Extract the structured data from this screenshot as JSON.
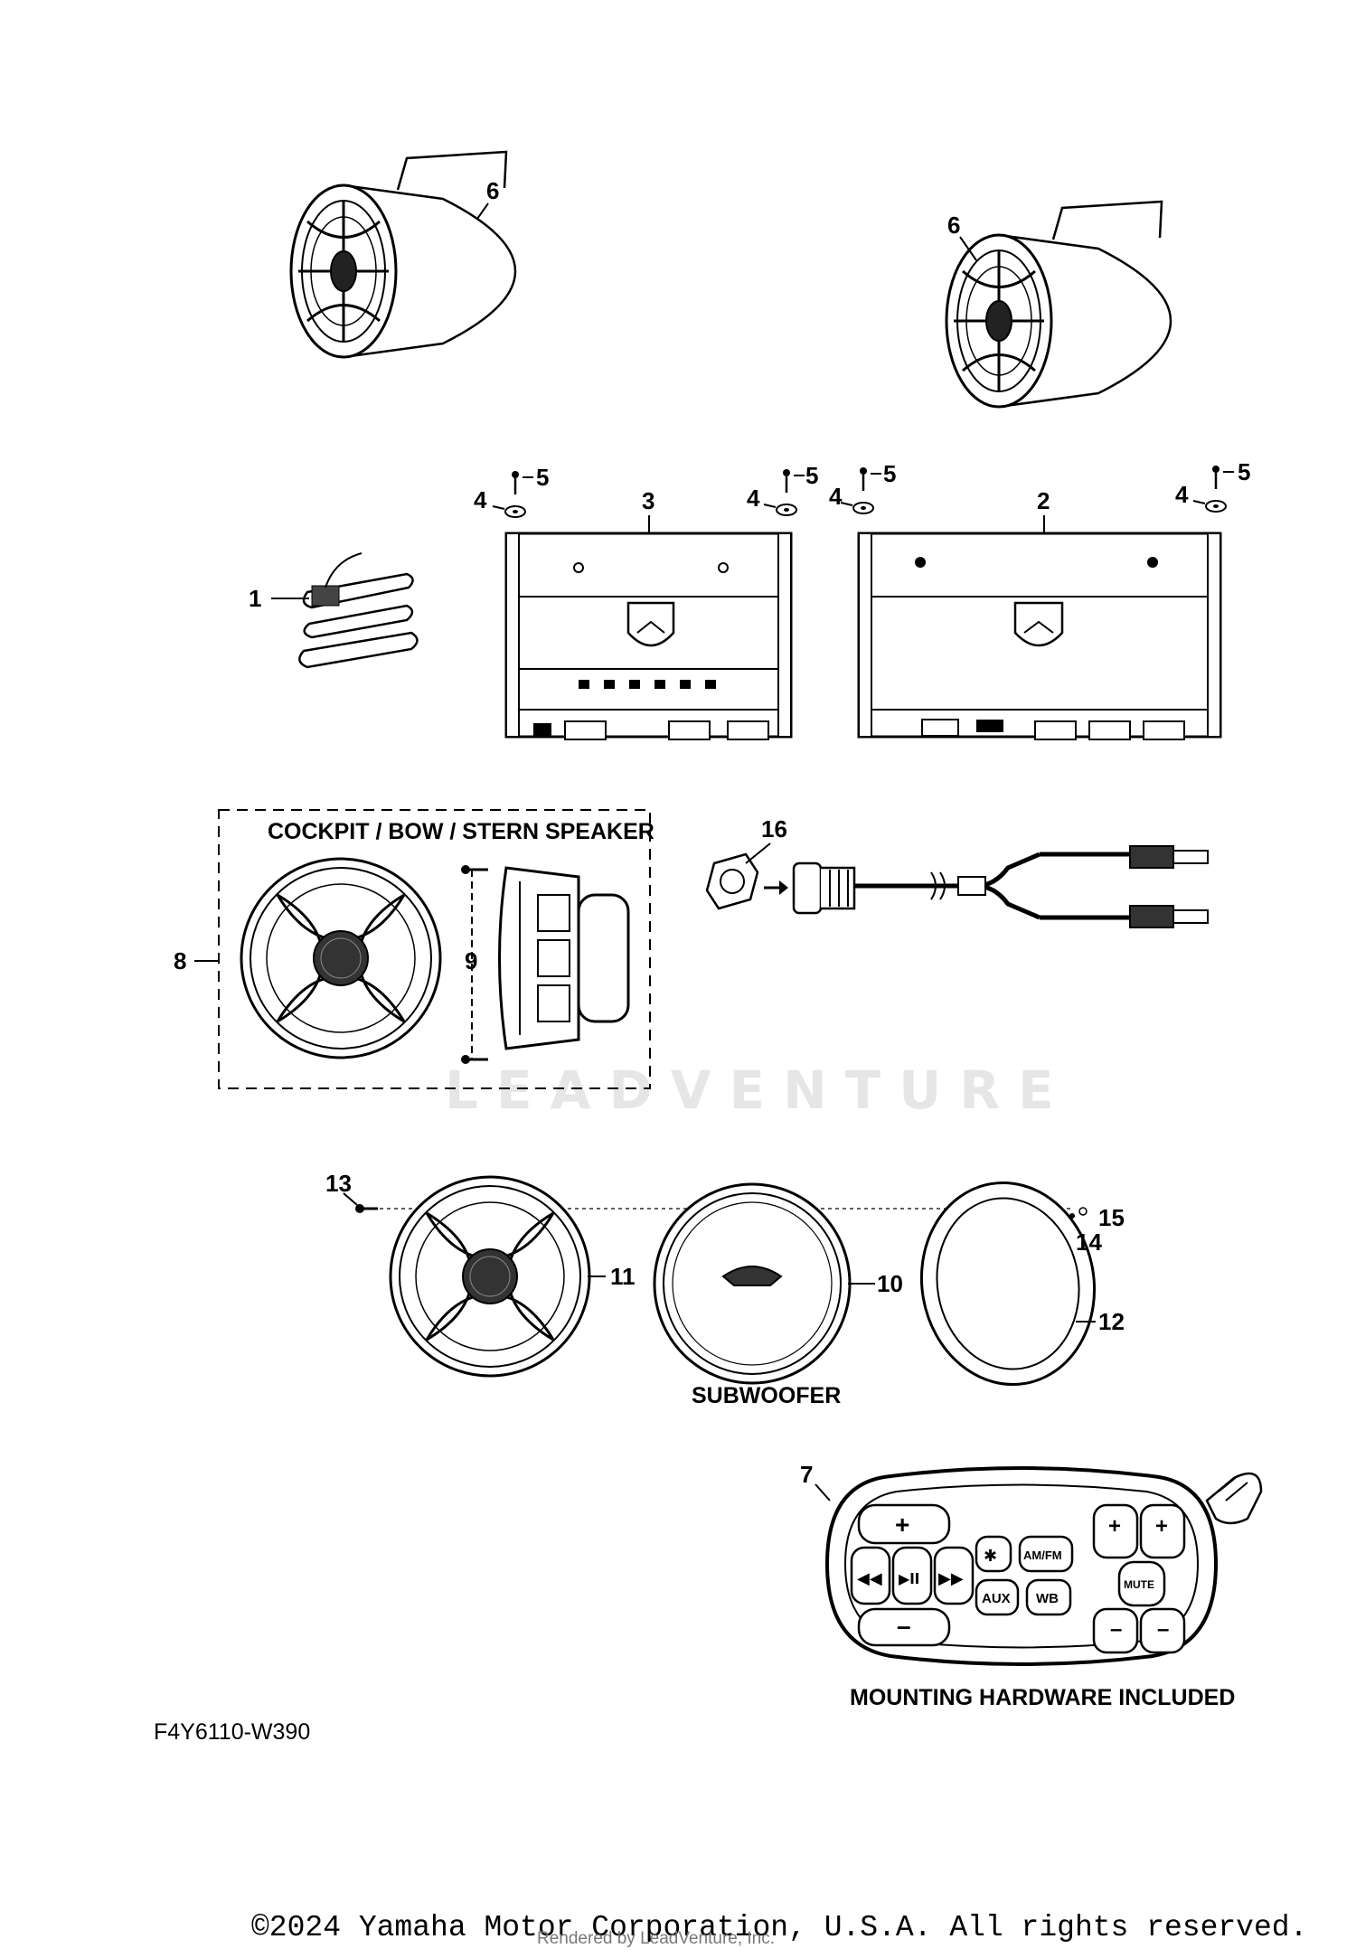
{
  "callouts": {
    "c1": "1",
    "c2": "2",
    "c3": "3",
    "c4a": "4",
    "c4b": "4",
    "c4c": "4",
    "c4d": "4",
    "c5a": "5",
    "c5b": "5",
    "c5c": "5",
    "c5d": "5",
    "c6a": "6",
    "c6b": "6",
    "c7": "7",
    "c8": "8",
    "c9": "9",
    "c10": "10",
    "c11": "11",
    "c12": "12",
    "c13": "13",
    "c14": "14",
    "c15": "15",
    "c16": "16"
  },
  "labels": {
    "speaker_group": "COCKPIT / BOW / STERN SPEAKER",
    "subwoofer": "SUBWOOFER",
    "mounting": "MOUNTING HARDWARE INCLUDED"
  },
  "remote_buttons": {
    "bluetooth": "✱",
    "amfm": "AM/FM",
    "aux": "AUX",
    "wb": "WB",
    "mute": "MUTE"
  },
  "watermark": "LEADVENTURE",
  "diagram_code": "F4Y6110-W390",
  "copyright": "©2024 Yamaha Motor Corporation, U.S.A. All rights reserved.",
  "rendered_by": "Rendered by LeadVenture, Inc."
}
